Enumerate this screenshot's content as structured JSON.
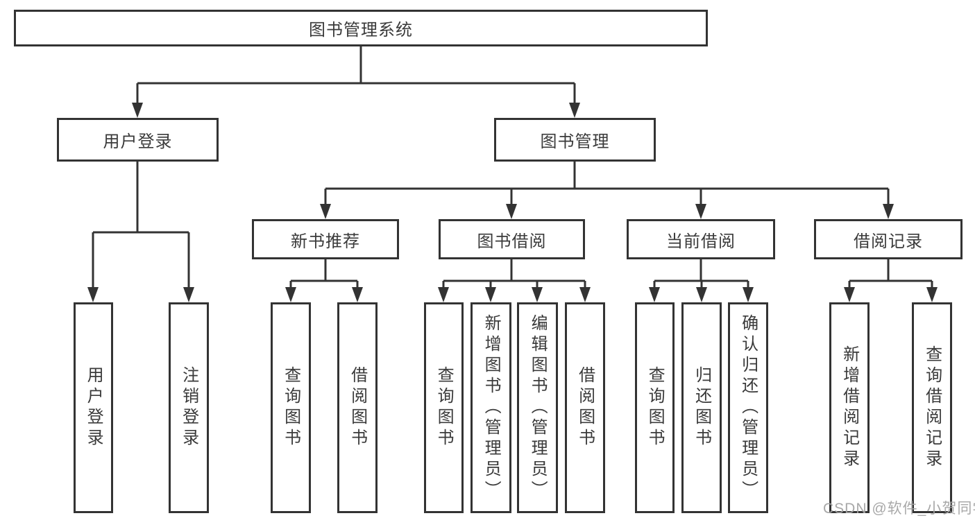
{
  "diagram": {
    "title": "图书管理系统",
    "tree": {
      "label": "图书管理系统",
      "children": [
        {
          "label": "用户登录",
          "children": [
            {
              "label": "用户登录"
            },
            {
              "label": "注销登录"
            }
          ]
        },
        {
          "label": "图书管理",
          "children": [
            {
              "label": "新书推荐",
              "children": [
                {
                  "label": "查询图书"
                },
                {
                  "label": "借阅图书"
                }
              ]
            },
            {
              "label": "图书借阅",
              "children": [
                {
                  "label": "查询图书"
                },
                {
                  "label": "新增图书（管理员）"
                },
                {
                  "label": "编辑图书（管理员）"
                },
                {
                  "label": "借阅图书"
                }
              ]
            },
            {
              "label": "当前借阅",
              "children": [
                {
                  "label": "查询图书"
                },
                {
                  "label": "归还图书"
                },
                {
                  "label": "确认归还（管理员）"
                }
              ]
            },
            {
              "label": "借阅记录",
              "children": [
                {
                  "label": "新增借阅记录"
                },
                {
                  "label": "查询借阅记录"
                }
              ]
            }
          ]
        }
      ]
    },
    "watermark": "CSDN @软件_小贺同学",
    "colors": {
      "line": "#333333",
      "text": "#3a3a3a",
      "watermark": "#a3a3a3",
      "background": "#ffffff"
    }
  }
}
